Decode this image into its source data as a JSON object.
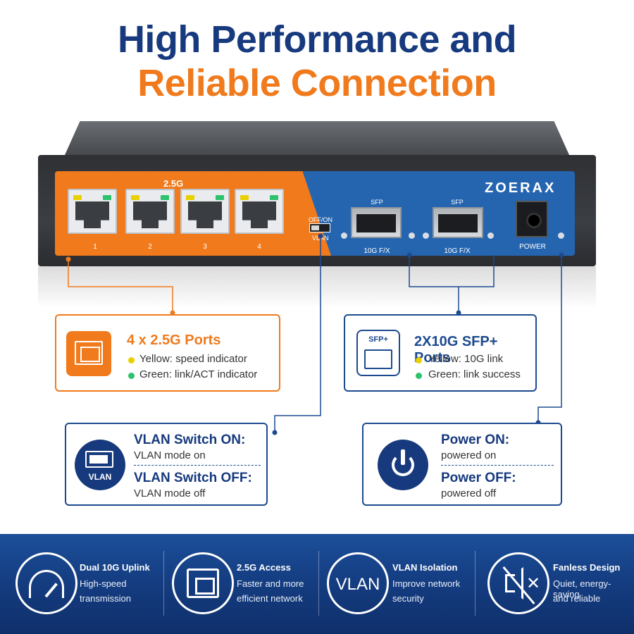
{
  "headline": {
    "line1": "High Performance and",
    "line2": "Reliable Connection"
  },
  "device": {
    "brand": "ZOERAX",
    "port_group_label": "2.5G",
    "port_numbers": [
      "1",
      "2",
      "3",
      "4"
    ],
    "switch_top_label": "OFF/ON",
    "switch_bottom_label": "VLAN",
    "sfp_top_label": "SFP",
    "sfp_caption": "10G F/X",
    "power_caption": "POWER"
  },
  "callouts": {
    "ports": {
      "title": "4 x 2.5G Ports",
      "line1": "Yellow: speed indicator",
      "line2": "Green: link/ACT indicator"
    },
    "sfp": {
      "icon_label": "SFP+",
      "title": "2X10G SFP+ Ports",
      "line1": "Yellow: 10G link",
      "line2": "Green: link success"
    },
    "vlan": {
      "icon_label": "VLAN",
      "on_title": "VLAN Switch ON:",
      "on_text": "VLAN mode on",
      "off_title": "VLAN Switch OFF:",
      "off_text": "VLAN mode off"
    },
    "power": {
      "on_title": "Power ON:",
      "on_text": "powered on",
      "off_title": "Power OFF:",
      "off_text": "powered off"
    }
  },
  "features": [
    {
      "title": "Dual 10G Uplink",
      "line1": "High-speed",
      "line2": "transmission",
      "icon": "speedometer-icon"
    },
    {
      "title": "2.5G Access",
      "line1": "Faster and more",
      "line2": "efficient network",
      "icon": "ethernet-port-icon"
    },
    {
      "title": "VLAN Isolation",
      "line1": "Improve network",
      "line2": "security",
      "icon_text": "VLAN",
      "icon": "vlan-icon"
    },
    {
      "title": "Fanless Design",
      "line1": "Quiet, energy-saving",
      "line2": "and reliable",
      "icon": "mute-speaker-icon"
    }
  ],
  "colors": {
    "navy": "#173a7e",
    "orange": "#f07a1c",
    "panel_blue": "#2565b0",
    "indicator_yellow": "#e9d100",
    "indicator_green": "#2dc26b"
  }
}
